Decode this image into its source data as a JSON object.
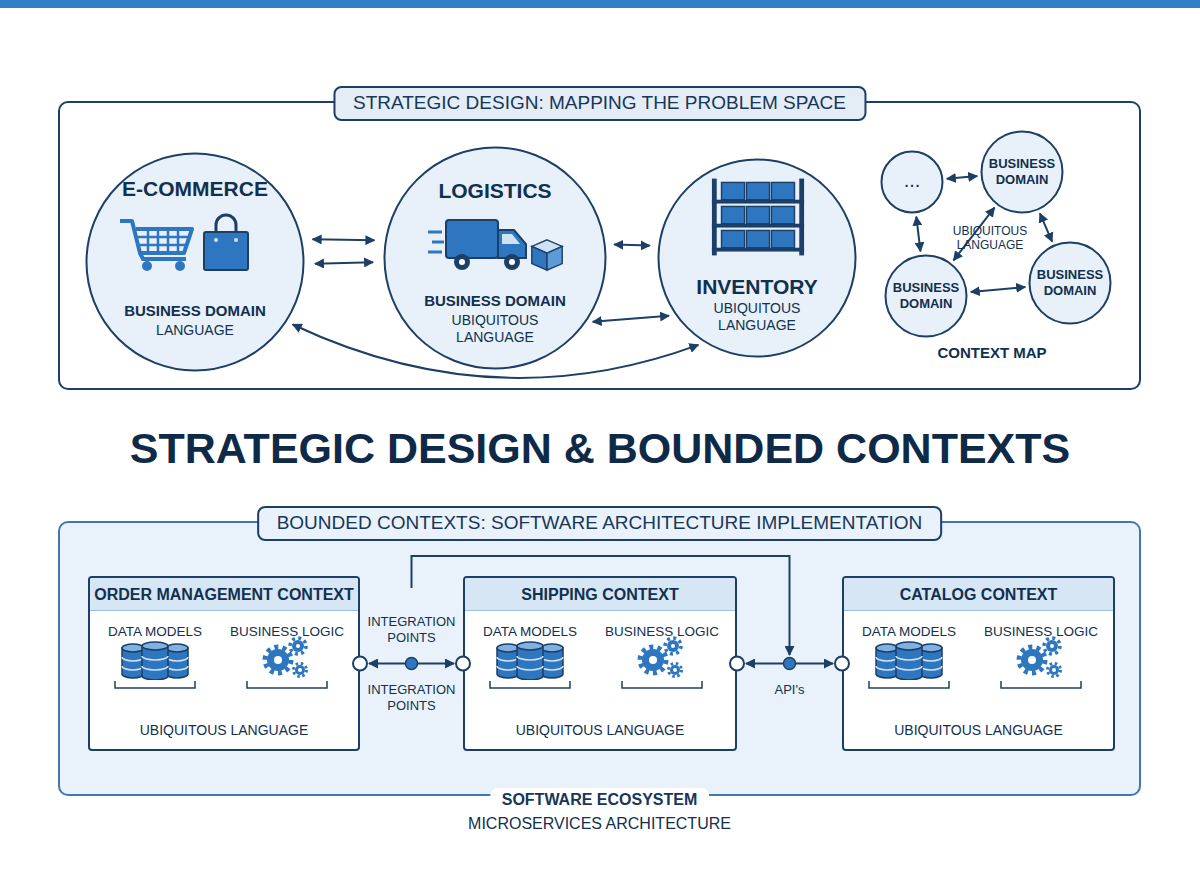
{
  "diagram": {
    "title": "STRATEGIC DESIGN & BOUNDED CONTEXTS",
    "nodes": [
      {
        "text": [
          "STRATEGIC DESIGN: MAPPING THE PROBLEM SPACE"
        ]
      },
      {
        "text": [
          "E-COMMERCE",
          "BUSINESS DOMAIN",
          "LANGUAGE"
        ],
        "in": 0
      },
      {
        "text": [
          "LOGISTICS",
          "BUSINESS DOMAIN",
          "UBIQUITOUS LANGUAGE"
        ],
        "in": 0
      },
      {
        "text": [
          "INVENTORY",
          "UBIQUITOUS LANGUAGE"
        ],
        "in": 0
      },
      {
        "text": [
          "..."
        ],
        "in": 0
      },
      {
        "text": [
          "BUSINESS DOMAIN"
        ],
        "in": 0
      },
      {
        "text": [
          "BUSINESS DOMAIN"
        ],
        "in": 0
      },
      {
        "text": [
          "BUSINESS DOMAIN"
        ],
        "in": 0
      },
      {
        "text": [
          "BOUNDED CONTEXTS: SOFTWARE ARCHITECTURE IMPLEMENTATION",
          "SOFTWARE ECOSYSTEM",
          "MICROSERVICES ARCHITECTURE"
        ]
      },
      {
        "text": [
          "ORDER MANAGEMENT CONTEXT",
          "DATA MODELS",
          "BUSINESS LOGIC",
          "UBIQUITOUS LANGUAGE"
        ],
        "in": 8
      },
      {
        "text": [
          "SHIPPING CONTEXT",
          "DATA MODELS",
          "BUSINESS LOGIC",
          "UBIQUITOUS LANGUAGE"
        ],
        "in": 8
      },
      {
        "text": [
          "CATALOG CONTEXT",
          "DATA MODELS",
          "BUSINESS LOGIC",
          "UBIQUITOUS LANGUAGE"
        ],
        "in": 8
      }
    ],
    "edges": [
      {
        "from": 1,
        "to": 2,
        "arrow": "both"
      },
      {
        "from": 1,
        "to": 2,
        "arrow": "both"
      },
      {
        "from": 2,
        "to": 3,
        "arrow": "both"
      },
      {
        "from": 2,
        "to": 3,
        "arrow": "both"
      },
      {
        "from": 1,
        "to": 3,
        "arrow": "both"
      },
      {
        "from": 4,
        "to": 5,
        "arrow": "both"
      },
      {
        "from": 4,
        "to": 6,
        "arrow": "both"
      },
      {
        "from": 5,
        "to": 6,
        "arrow": "both"
      },
      {
        "from": 5,
        "to": 7,
        "arrow": "both"
      },
      {
        "from": 6,
        "to": 7,
        "arrow": "both"
      },
      {
        "from": 9,
        "to": 10,
        "label": "INTEGRATION POINTS",
        "arrow": "both"
      },
      {
        "from": 10,
        "to": 11,
        "label": "API's",
        "arrow": "both"
      }
    ],
    "labels": [
      "UBIQUITOUS LANGUAGE",
      "CONTEXT MAP",
      "INTEGRATION POINTS"
    ]
  }
}
